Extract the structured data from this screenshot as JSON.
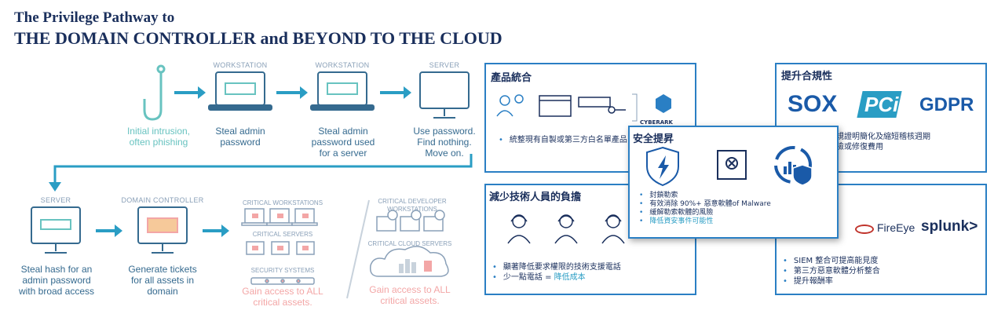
{
  "title": {
    "line1": "The Privilege Pathway to",
    "line2": "THE DOMAIN CONTROLLER and BEYOND TO THE CLOUD"
  },
  "pathway": {
    "row1": [
      {
        "label": "",
        "caption": "Initial intrusion, often phishing"
      },
      {
        "label": "WORKSTATION",
        "caption": "Steal admin password"
      },
      {
        "label": "WORKSTATION",
        "caption": "Steal admin password used for a server"
      },
      {
        "label": "SERVER",
        "caption": "Use password. Find nothing. Move on."
      }
    ],
    "row2": [
      {
        "label": "SERVER",
        "caption": "Steal hash for an admin password with broad access"
      },
      {
        "label": "DOMAIN CONTROLLER",
        "caption": "Generate tickets for all assets in domain"
      }
    ],
    "critical_left": {
      "workstations": "CRITICAL WORKSTATIONS",
      "servers": "CRITICAL SERVERS",
      "security": "SECURITY SYSTEMS",
      "caption": "Gain access to ALL critical assets."
    },
    "critical_right": {
      "dev": "CRITICAL DEVELOPER WORKSTATIONS",
      "cloud": "CRITICAL CLOUD SERVERS",
      "caption": "Gain access to ALL critical assets."
    }
  },
  "panels": {
    "product": {
      "title": "產品統合",
      "logo": "CYBERARK",
      "bullets": [
        "統整現有自製或第三方白名單產品"
      ]
    },
    "compliance": {
      "title": "提升合規性",
      "logos": [
        "SOX",
        "PCi",
        "GDPR"
      ],
      "bullets": [
        "及合規證明簡化及縮短稽核週期",
        "款風險或修復費用"
      ]
    },
    "security": {
      "title": "安全提昇",
      "bullets": [
        "封鎖勒索",
        "有效消除 90%+ 惡意軟體of Malware",
        "緩解勒索軟體的風險",
        "降低資安事件可能性"
      ],
      "highlight_index": 3
    },
    "staff": {
      "title": "減少技術人員的負擔",
      "bullets": [
        "顯著降低要求權限的技術支援電話",
        "少一點電話 = 降低成本"
      ],
      "highlight": "降低成本"
    },
    "siem": {
      "logos": [
        "FireEye",
        "splunk>"
      ],
      "bullets": [
        "SIEM 整合可提高能見度",
        "第三方惡意軟體分析整合",
        "提升報酬率"
      ]
    }
  },
  "colors": {
    "navy": "#1a2f5c",
    "blue": "#2a7fc4",
    "teal": "#68c3c0",
    "salmon": "#f3a6a6",
    "arrow": "#2a9dc4"
  }
}
